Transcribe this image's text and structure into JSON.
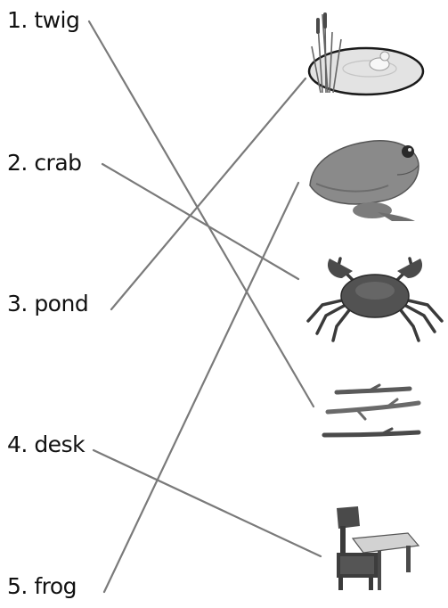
{
  "worksheet": {
    "words": [
      {
        "number": "1.",
        "word": "twig"
      },
      {
        "number": "2.",
        "word": "crab"
      },
      {
        "number": "3.",
        "word": "pond"
      },
      {
        "number": "4.",
        "word": "desk"
      },
      {
        "number": "5.",
        "word": "frog"
      }
    ],
    "pictures": [
      "pond-picture",
      "frog-picture",
      "crab-picture",
      "twigs-picture",
      "desk-picture"
    ],
    "matches": [
      {
        "word": "twig",
        "picture": "twigs-picture"
      },
      {
        "word": "crab",
        "picture": "crab-picture"
      },
      {
        "word": "pond",
        "picture": "pond-picture"
      },
      {
        "word": "desk",
        "picture": "desk-picture"
      },
      {
        "word": "frog",
        "picture": "frog-picture"
      }
    ],
    "line_color": "#7a7a7a"
  }
}
